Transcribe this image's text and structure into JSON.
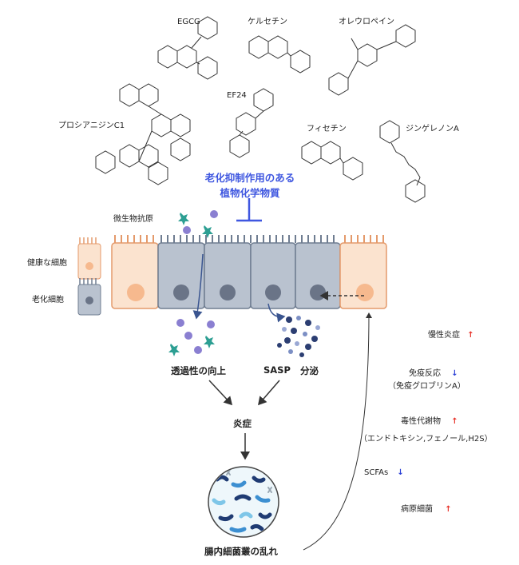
{
  "compounds": {
    "egcg": "EGCG",
    "quercetin": "ケルセチン",
    "oleuropein": "オレウロペイン",
    "ef24": "EF24",
    "procyanidin": "プロシアニジンC1",
    "fisetin": "フィセチン",
    "zingerone": "ジンゲレノンA"
  },
  "phyto_label": [
    "老化抑制作用のある",
    "植物化学物質"
  ],
  "microbe_antigen": "微生物抗原",
  "legend": {
    "healthy": "健康な細胞",
    "aged": "老化細胞"
  },
  "flow": {
    "permeability": "透過性の向上",
    "sasp": "SASP",
    "secretion": "分泌",
    "inflammation": "炎症",
    "dysbiosis": "腸内細菌叢の乱れ"
  },
  "effects": [
    {
      "label": "慢性炎症",
      "sub": "",
      "direction": "up",
      "color": "#e8332a"
    },
    {
      "label": "免疫反応",
      "sub": "（免疫グロブリンA）",
      "direction": "down",
      "color": "#2a3fd6"
    },
    {
      "label": "毒性代謝物",
      "sub": "（エンドトキシン,フェノール,H2S）",
      "direction": "up",
      "color": "#e8332a"
    },
    {
      "label": "SCFAs",
      "sub": "",
      "direction": "down",
      "color": "#2a3fd6"
    },
    {
      "label": "病原細菌",
      "sub": "",
      "direction": "up",
      "color": "#e8332a"
    }
  ],
  "colors": {
    "healthy_fill": "#fbe3cf",
    "healthy_stroke": "#e49a6b",
    "aged_fill": "#b9c2cf",
    "aged_stroke": "#6f7d91",
    "phyto_blue": "#3f57e0"
  }
}
